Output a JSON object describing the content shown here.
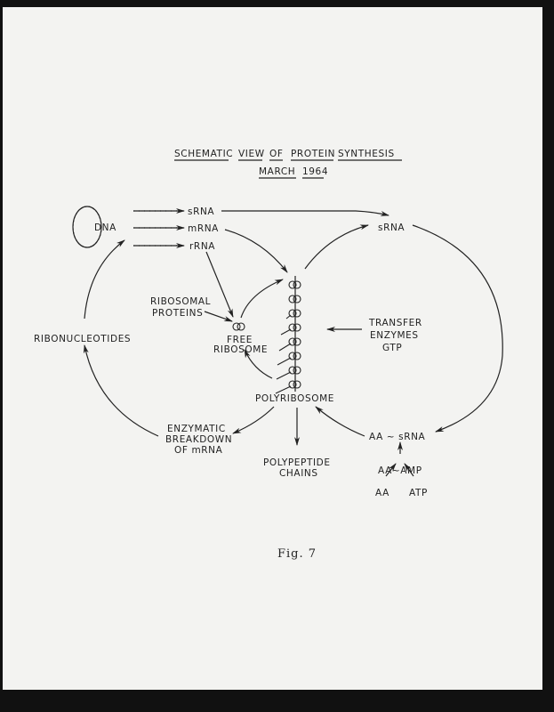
{
  "title": {
    "line1": [
      "SCHEMATIC",
      "VIEW",
      "OF",
      "PROTEIN",
      "SYNTHESIS"
    ],
    "line2": [
      "MARCH",
      "1964"
    ]
  },
  "nodes": {
    "dna": "DNA",
    "srna_top": "sRNA",
    "mrna": "mRNA",
    "rrna": "rRNA",
    "srna_right": "sRNA",
    "ribosomal_proteins": [
      "RIBOSOMAL",
      "PROTEINS"
    ],
    "free_ribosome": [
      "FREE",
      "RIBOSOME"
    ],
    "ribonucleotides": "RIBONUCLEOTIDES",
    "transfer": [
      "TRANSFER",
      "ENZYMES",
      "GTP"
    ],
    "polyribosome": "POLYRIBOSOME",
    "enzymatic": [
      "ENZYMATIC",
      "BREAKDOWN",
      "OF mRNA"
    ],
    "polypeptide": [
      "POLYPEPTIDE",
      "CHAINS"
    ],
    "aa_srna": "AA ~ sRNA",
    "aa_amp": "AA~AMP",
    "aa": "AA",
    "atp": "ATP"
  },
  "caption": "Fig. 7"
}
